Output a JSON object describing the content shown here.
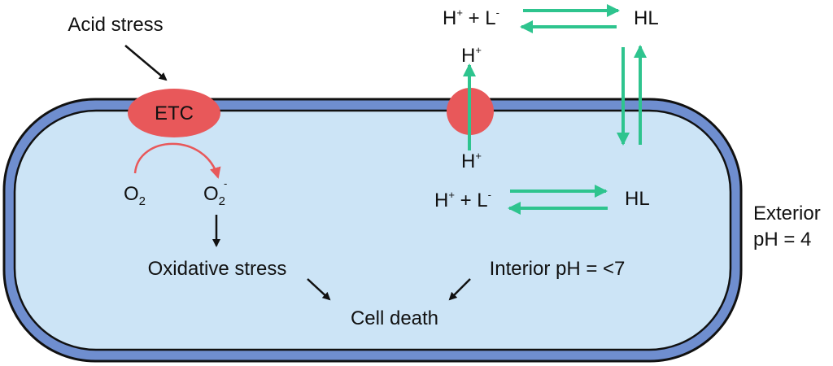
{
  "labels": {
    "acid_stress": "Acid stress",
    "etc": "ETC",
    "o2_left": {
      "base": "O",
      "sub": "2"
    },
    "o2_right": {
      "base": "O",
      "sub": "2",
      "sup": "-"
    },
    "oxidative_stress": "Oxidative stress",
    "interior_ph": "Interior pH = <7",
    "cell_death": "Cell death",
    "exterior_line1": "Exterior",
    "exterior_line2": "pH = 4",
    "top_eq_left": {
      "h": "H",
      "hsup": "+",
      "mid": " + L",
      "lsup": "-"
    },
    "top_eq_right": "HL",
    "inner_eq_left": {
      "h": "H",
      "hsup": "+",
      "mid": " + L",
      "lsup": "-"
    },
    "inner_eq_right": "HL",
    "proton_top": {
      "base": "H",
      "sup": "+"
    },
    "proton_bottom": {
      "base": "H",
      "sup": "+"
    }
  },
  "colors": {
    "membrane": "#6f8ecf",
    "cytoplasm": "#cce4f6",
    "outline": "#111111",
    "protein": "#e8585a",
    "reaction_arrow": "#e8585a",
    "transport_arrow": "#2ec48e",
    "flow_arrow": "#111111"
  }
}
